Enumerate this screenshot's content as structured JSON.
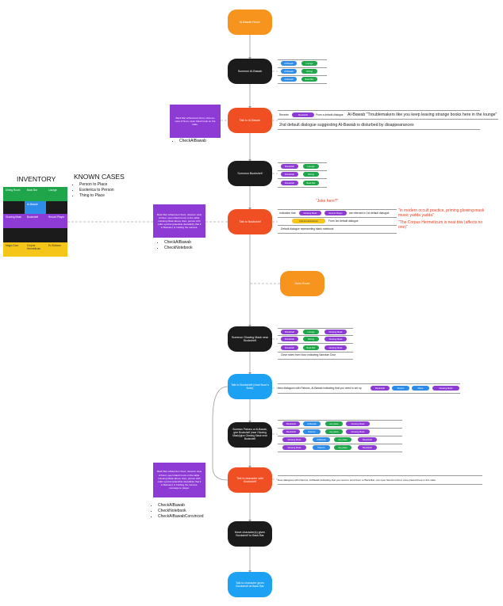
{
  "colors": {
    "orange": "#f7941d",
    "black": "#1b1b1b",
    "red": "#f04e23",
    "blue": "#1da1f2",
    "purple": "#8e3bd6",
    "green": "#1fa54a",
    "yellow": "#f5c518",
    "accent_red_text": "#e8401c"
  },
  "inventory": {
    "title": "INVENTORY",
    "cells": [
      "Dining Room",
      "Back Bar",
      "Lounge",
      "Al-Bawab",
      "Glowing Mask",
      "Bookshelf",
      "Record Player",
      "Magic Door",
      "Corpus Hermeticum",
      "Er-Sidhoun"
    ]
  },
  "known_cases": {
    "title": "KNOWN CASES",
    "items": [
      "Person to Place",
      "Esoterica to Person",
      "Thing to Place"
    ]
  },
  "nodes": [
    "Al-Bawab Route",
    "Summon Al-Bawab",
    "Talk to Al-Bawab",
    "Summon Bookshelf",
    "Talk to Bookshelf",
    "Sahn Route",
    "Summon Glowing Mask near Bookshelf",
    "Talk to Bookshelf (read Noor's Note)",
    "Summon Patrons or Al-Bawab, give Bookshelf (near Glowing Mask)/give Glowing Mask near Bookshelf",
    "Talk to character with Bookshelf",
    "Move character(s) given Bookshelf to Back Bar",
    "Talk to character given Bookshelf at Back Bar"
  ],
  "notes": [
    "Back Bar w/Sanctum Door, obscure view of Noor, open blank book on the table.",
    "Back Bar w/Sanctum Door, obscure view of Noor, open blank book on the table. Glowing Mask above door, person with cultic symbol (plausible deniability that it is Bassam) is holding the camera.",
    "Back Bar w/Sanctum Door, obscure view of Noor, open blank book on the table. Glowing Mask above door, person with cultic symbol (plausible deniability that it is Bassam) is holding the camera, message to player."
  ],
  "checks": {
    "c1": [
      "CheckAlBawab"
    ],
    "c2": [
      "CheckAlBawab",
      "CheckNotebook"
    ],
    "c3": [
      "CheckAlBawab",
      "CheckNotebook",
      "CheckAlBawabConvinced"
    ]
  },
  "pills": {
    "summon_albawab": [
      [
        "Al-Bawab",
        "Lounge"
      ],
      [
        "Al-Bawab",
        "Dining"
      ],
      [
        "Al-Bawab",
        "Back Bar"
      ]
    ],
    "summon_bookshelf": [
      [
        "Bookshelf",
        "Lounge"
      ],
      [
        "Bookshelf",
        "Dining"
      ],
      [
        "Bookshelf",
        "Back Bar"
      ]
    ],
    "summon_mask": [
      [
        "Bookshelf",
        "Lounge",
        "Glowing Mask"
      ],
      [
        "Bookshelf",
        "Dining",
        "Glowing Mask"
      ],
      [
        "Bookshelf",
        "Back Bar",
        "Glowing Mask"
      ]
    ],
    "talk_albawab": "Bookshelf",
    "talk_bookshelf": [
      "Glowing Mask",
      "Record Player",
      "Corpus Hermeticum"
    ],
    "noor_note": [
      "Bookshelf",
      "Person",
      "Place",
      "Glowing Mask"
    ],
    "patrons": [
      [
        "Bookshelf",
        "Al-Bawab",
        "any place",
        "Glowing Mask"
      ],
      [
        "Bookshelf",
        "Patrons",
        "any place",
        "Glowing Mask"
      ],
      [
        "Glowing Mask",
        "Al-Bawab",
        "any place",
        "Bookshelf"
      ],
      [
        "Glowing Mask",
        "Patrons",
        "any place",
        "Bookshelf"
      ]
    ]
  },
  "texts": {
    "receive": "Receive",
    "from_default": "From a default dialogue",
    "albawab_quote": "Al-Bawab \"Troublemakers like you keep leaving strange books here in the lounge\"",
    "second_default": "2nd default dialogue suggesting Al-Bawab is disturbed by disappearances",
    "joke": "\"Joke here?\"",
    "indication_that": "Indication that",
    "are_relevant": "are relevant in 1st default dialogue",
    "from_3rd": "From 3rd default dialogue",
    "default_notebook": "Default dialogue representing blank notebook",
    "occult_1": "\"in modern occult practice, priming glowing mask music yadda yadda\"",
    "occult_2": "\"The Corpus Hermeticum is neat btw (affects no one)\"",
    "clear_notes": "Clear notes from Noor indicating Sanctum Door",
    "new_dialogues_1": "New dialogues with Patrons, Al-Bawab indicating that you need to set up",
    "new_dialogues_2": "New dialogues with Patrons, Al-Bawab indicating that you need to send them to Back Bar, can open Sanctum Door once placed there in this state"
  }
}
